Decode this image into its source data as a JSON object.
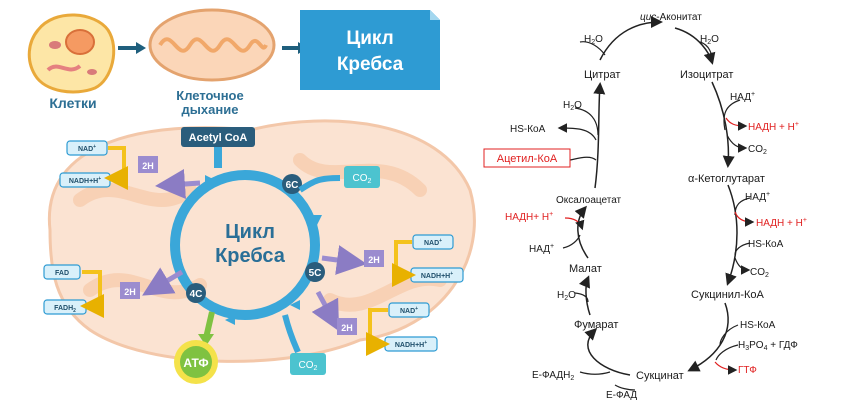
{
  "left": {
    "cells_label": "Клетки",
    "respiration_label": "Клеточное\nдыхание",
    "box_title": "Цикл\nКребса",
    "cycle_title": "Цикл\nКребса",
    "acetyl": "Acetyl CoA",
    "c6": "6C",
    "c5": "5C",
    "c4": "4C",
    "co2": "CO2",
    "twoH": "2H",
    "nad": "NAD+",
    "nadh": "NADH+H+",
    "fad": "FAD",
    "fadh2": "FADH2",
    "atp": "АТФ",
    "colors": {
      "blue": "#2f9fd6",
      "ring": "#3aa7d9",
      "teal": "#4cc3cf",
      "purple": "#9b8ccf",
      "yellow": "#f4c21c",
      "green": "#7fc241",
      "mito": "#f6c9a8"
    }
  },
  "right": {
    "cis_prefix": "цис",
    "cis_suffix": "-Аконитат",
    "h2o": "H2O",
    "citrate": "Цитрат",
    "isocitrate": "Изоцитрат",
    "hs_koa": "HS-КоА",
    "acetyl_koa": "Ацетил-КоА",
    "nad": "НАД+",
    "nadh": "НАДН + Н+",
    "co2": "CO2",
    "oxaloacetate": "Оксалоацетат",
    "nadh_left": "НАДН+ Н+",
    "nad_left": "НАД+",
    "ketoglutarate": "α-Кетоглутарат",
    "malate": "Малат",
    "succinyl": "Сукцинил-КоА",
    "fumarate": "Фумарат",
    "h3po4": "H3PO4 + ГДФ",
    "gtp": "ГТФ",
    "succinate": "Сукцинат",
    "e_fadh2": "Е-ФАДН2",
    "e_fad": "Е-ФАД",
    "colors": {
      "red": "#e02020",
      "text": "#1a1a1a"
    }
  }
}
